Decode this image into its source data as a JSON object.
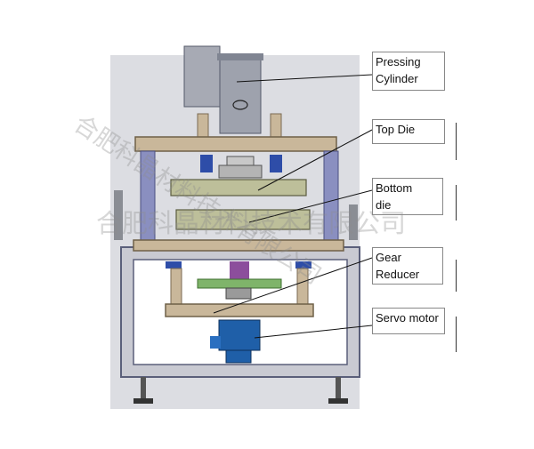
{
  "labels": {
    "pressing_cylinder": [
      "Pressing",
      "Cylinder"
    ],
    "top_die": "Top Die",
    "bottom_die": [
      "Bottom",
      "die"
    ],
    "gear_reducer": [
      "Gear",
      "Reducer"
    ],
    "servo_motor": "Servo motor"
  },
  "watermark": {
    "diagonal": "合肥科晶材料技术有限公司",
    "horizontal": "合肥科晶材料技术有限公司"
  },
  "colors": {
    "frame_fill": "#cfd0d6",
    "frame_outline": "#5a5f7a",
    "column": "#8a8fc0",
    "plate_tan": "#c9b79a",
    "plate_green": "#7fb46a",
    "motor_blue": "#1f5fa8",
    "purple_block": "#8c4e9c"
  }
}
